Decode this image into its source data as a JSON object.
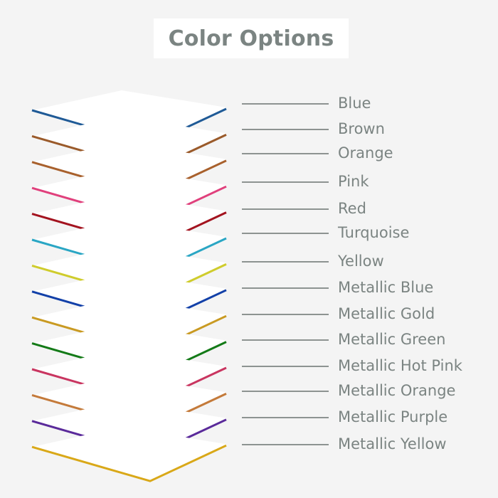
{
  "title": "Color Options",
  "colors": [
    {
      "label": "Blue",
      "color": "#1f5a96"
    },
    {
      "label": "Brown",
      "color": "#9a5a2a"
    },
    {
      "label": "Orange",
      "color": "#a8602c"
    },
    {
      "label": "Pink",
      "color": "#e0407c"
    },
    {
      "label": "Red",
      "color": "#a3131f"
    },
    {
      "label": "Turquoise",
      "color": "#2aa6c4"
    },
    {
      "label": "Yellow",
      "color": "#cfcc2c"
    },
    {
      "label": "Metallic Blue",
      "color": "#1240a8"
    },
    {
      "label": "Metallic Gold",
      "color": "#c99a22"
    },
    {
      "label": "Metallic Green",
      "color": "#137a17"
    },
    {
      "label": "Metallic Hot Pink",
      "color": "#c93560"
    },
    {
      "label": "Metallic Orange",
      "color": "#c47a3a"
    },
    {
      "label": "Metallic Purple",
      "color": "#5a2a9a"
    },
    {
      "label": "Metallic Yellow",
      "color": "#d9a818"
    }
  ]
}
